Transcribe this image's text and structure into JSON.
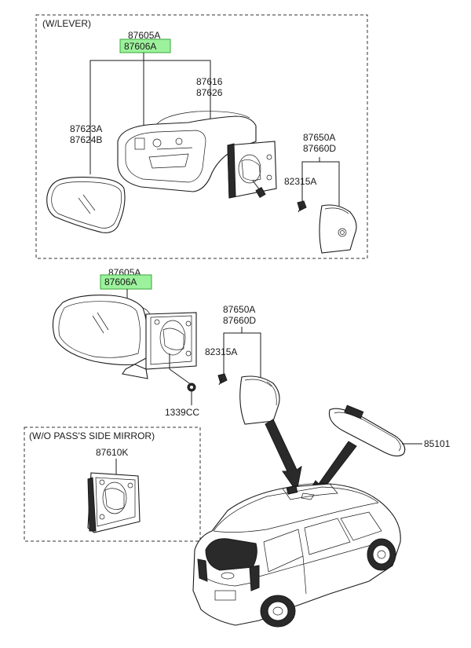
{
  "sections": {
    "lever": "(W/LEVER)",
    "no_pass_mirror": "(W/O PASS'S SIDE MIRROR)"
  },
  "colors": {
    "highlight_fill": "#9cf29c",
    "highlight_border": "#3aa53a",
    "line": "#1a1a1a"
  },
  "top_assembly": {
    "part_a": "87605A",
    "part_b": "87606A",
    "housing_a": "87616",
    "housing_b": "87626",
    "glass_a": "87623A",
    "glass_b": "87624B",
    "cover_a": "87650A",
    "cover_b": "87660D",
    "screw": "82315A"
  },
  "middle_assembly": {
    "part_a": "87605A",
    "part_b": "87606A",
    "cover_a": "87650A",
    "cover_b": "87660D",
    "screw": "82315A",
    "nut": "1339CC"
  },
  "bottom_left": {
    "part": "87610K"
  },
  "inside_mirror": {
    "part": "85101"
  }
}
